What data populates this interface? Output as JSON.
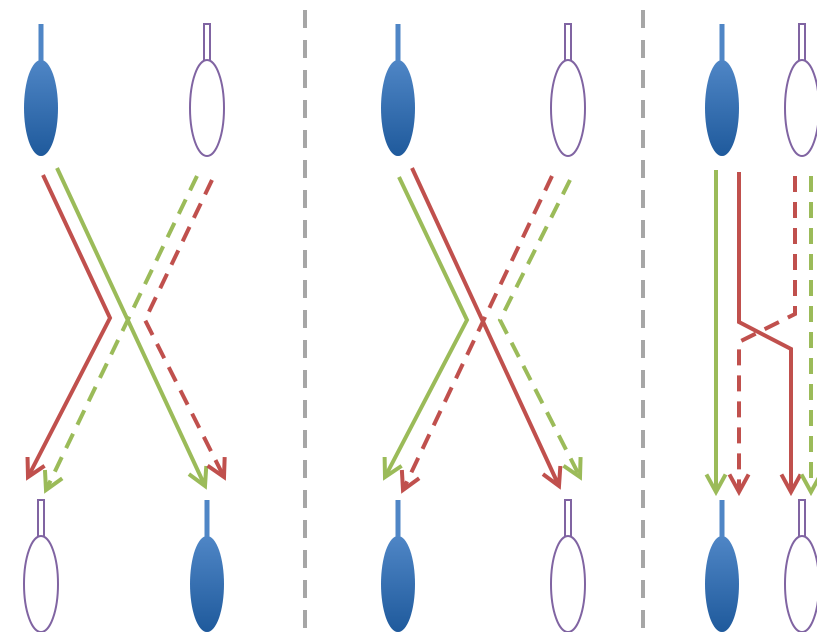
{
  "colors": {
    "background": "#ffffff",
    "filled_top": "#4f86c6",
    "filled_bottom": "#1f5a9c",
    "outline": "#8064a2",
    "red": "#c0504d",
    "green": "#9bbb59",
    "divider": "#a6a6a6"
  },
  "panels": [
    {
      "top": [
        "filled",
        "outline"
      ],
      "bottom": [
        "outline",
        "filled"
      ],
      "arrows": "crossing"
    },
    {
      "top": [
        "filled",
        "outline"
      ],
      "bottom": [
        "filled",
        "outline"
      ],
      "arrows": "crossing"
    },
    {
      "top": [
        "filled",
        "outline"
      ],
      "bottom": [
        "filled",
        "outline"
      ],
      "arrows": "parallel-with-swap"
    }
  ]
}
